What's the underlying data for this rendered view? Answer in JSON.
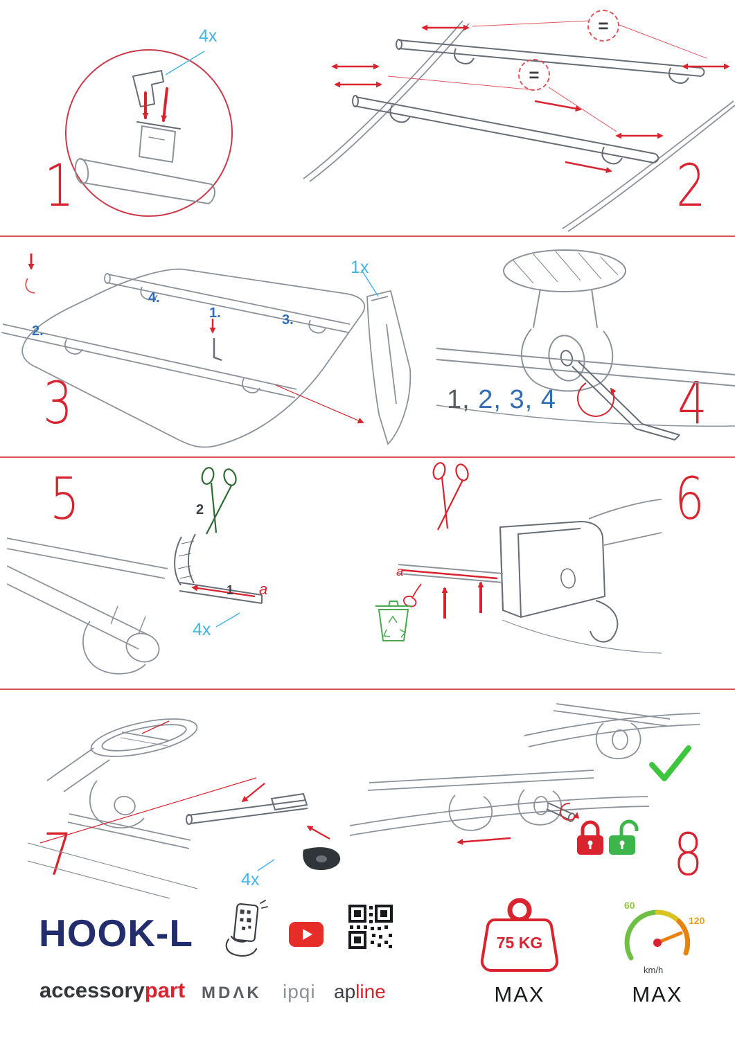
{
  "document": {
    "type": "roof-bar-assembly-instructions"
  },
  "colors": {
    "accent_red": "#d9232e",
    "divider_red": "#d9525a",
    "cyan": "#45b4e4",
    "blue": "#2f6db8",
    "navy": "#232d6b",
    "green": "#3db54a",
    "orange": "#e8820c",
    "dark": "#3b3f45",
    "gray": "#8e9296"
  },
  "steps": {
    "s1": {
      "number": "1",
      "qty": "4x"
    },
    "s2": {
      "number": "2",
      "equal_top": "=",
      "equal_bottom": "="
    },
    "s3": {
      "number": "3",
      "qty": "1x",
      "order_1": "1.",
      "order_2": "2.",
      "order_3": "3.",
      "order_4": "4."
    },
    "s4": {
      "number": "4",
      "sequence_done": "1,",
      "sequence_next": " 2, 3, 4"
    },
    "s5": {
      "number": "5",
      "action_cut": "2",
      "action_pull": "1",
      "ref_a": "a",
      "qty": "4x"
    },
    "s6": {
      "number": "6",
      "ref_a": "a"
    },
    "s7": {
      "number": "7",
      "qty": "4x"
    },
    "s8": {
      "number": "8"
    }
  },
  "footer": {
    "product_name": "HOOK-L",
    "brand_prefix": "accessory",
    "brand_suffix": "part",
    "logo_mdak": "MDΛK",
    "logo_ipqi": "ipqi",
    "logo_ap_prefix": "ap",
    "logo_ap_suffix": "line",
    "weight_value": "75 KG",
    "weight_max_label": "MAX",
    "speed_min": "60",
    "speed_max_value": "120",
    "speed_unit": "km/h",
    "speed_max_label": "MAX"
  },
  "icon_names": [
    "detail-circle",
    "scissors-icon",
    "trash-recycle-icon",
    "padlock-closed-icon",
    "padlock-open-icon",
    "checkmark-icon",
    "phone-qr-icon",
    "youtube-icon",
    "qr-code-icon",
    "weight-icon",
    "speedometer-icon",
    "allen-key-icon"
  ]
}
